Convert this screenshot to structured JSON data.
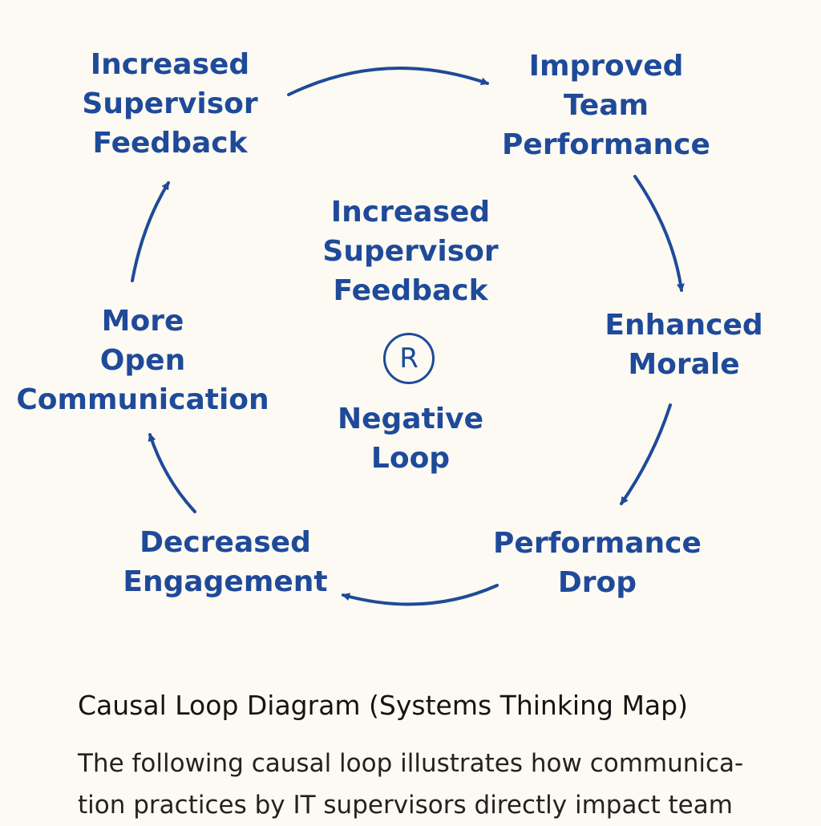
{
  "diagram": {
    "nodes": [
      {
        "id": "top-left",
        "lines": [
          "Increased",
          "Supervisor",
          "Feedback"
        ]
      },
      {
        "id": "top-right",
        "lines": [
          "Improved",
          "Team",
          "Performance"
        ]
      },
      {
        "id": "right",
        "lines": [
          "Enhanced",
          "Morale"
        ]
      },
      {
        "id": "bottom-right",
        "lines": [
          "Performance",
          "Drop"
        ]
      },
      {
        "id": "bottom-left",
        "lines": [
          "Decreased",
          "Engagement"
        ]
      },
      {
        "id": "left",
        "lines": [
          "More",
          "Open",
          "Communication"
        ]
      },
      {
        "id": "center",
        "lines": [
          "Increased",
          "Supervisor",
          "Feedback"
        ]
      }
    ],
    "loop_badge": "R",
    "loop_label": [
      "Negative",
      "Loop"
    ],
    "edges": [
      {
        "from": "top-left",
        "to": "top-right"
      },
      {
        "from": "top-right",
        "to": "right"
      },
      {
        "from": "right",
        "to": "bottom-right"
      },
      {
        "from": "bottom-right",
        "to": "bottom-left"
      },
      {
        "from": "bottom-left",
        "to": "left"
      },
      {
        "from": "left",
        "to": "top-left"
      }
    ],
    "color": "#1f4a9a"
  },
  "caption": {
    "title": "Causal Loop Diagram (Systems Thinking Map)",
    "body_lines": [
      "The following causal loop illustrates how communica-",
      "tion practices by IT supervisors directly impact team"
    ]
  }
}
